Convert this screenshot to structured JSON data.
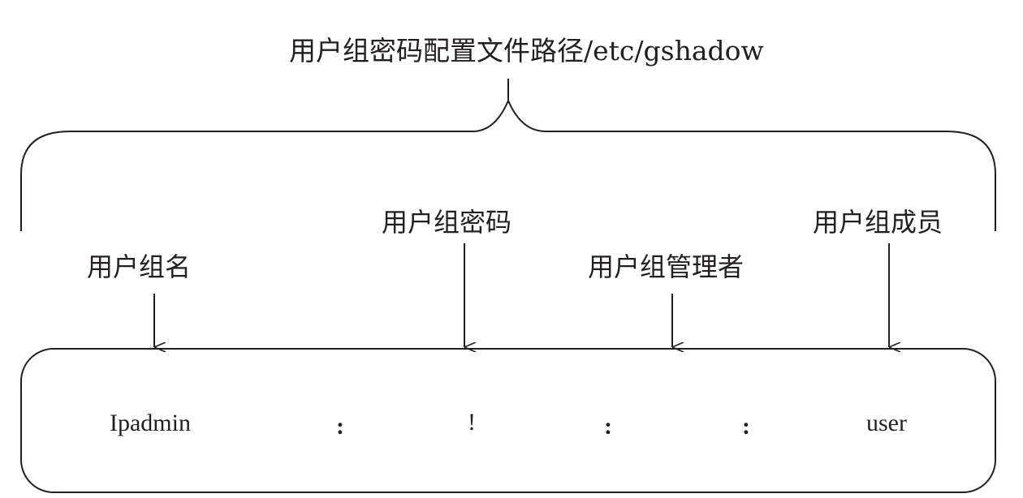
{
  "diagram": {
    "title": "用户组密码配置文件路径/etc/gshadow",
    "fields": {
      "group_name": "用户组名",
      "group_password": "用户组密码",
      "group_admin": "用户组管理者",
      "group_members": "用户组成员"
    },
    "record": {
      "group_name_value": "Ipadmin",
      "separator": ":",
      "password_value": "!",
      "members_value": "user"
    }
  }
}
